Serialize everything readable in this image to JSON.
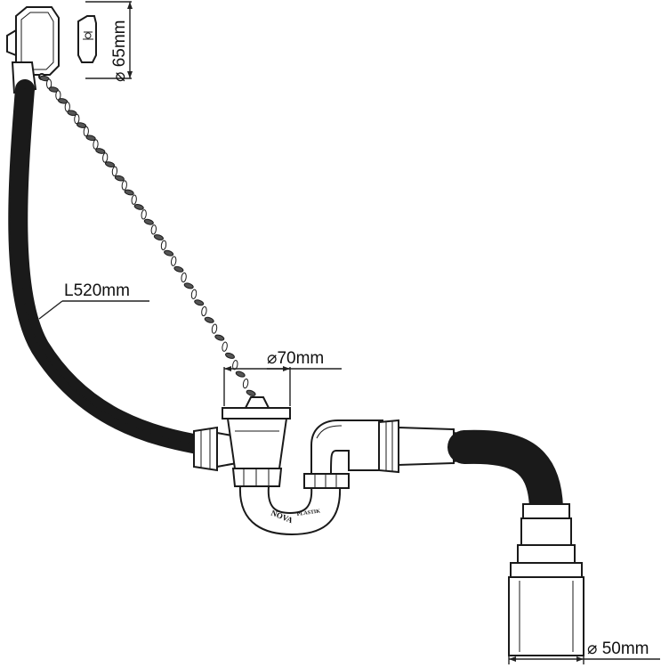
{
  "labels": {
    "overflow_diameter": "⌀ 65mm",
    "hose_length": "L520mm",
    "waste_diameter": "⌀70mm",
    "outlet_diameter": "⌀ 50mm"
  },
  "brand": {
    "name": "NOVA",
    "subname": "PLASTIK"
  },
  "colors": {
    "line": "#1a1a1a",
    "background": "#ffffff"
  }
}
